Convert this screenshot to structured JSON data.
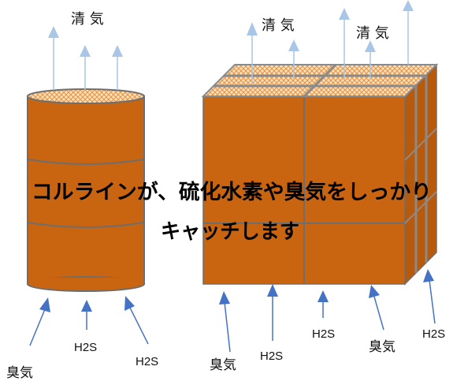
{
  "colors": {
    "container_fill": "#c96410",
    "container_side": "#b85a0c",
    "band_line": "#6e6e6e",
    "filter_top": "#f4c27a",
    "clean_air_arrow": "#a9c6e6",
    "odor_arrow": "#4472c4"
  },
  "labels": {
    "clean_air_drum": "清 気",
    "clean_air_box_left": "清 気",
    "clean_air_box_right": "清 気",
    "odor_drum": "臭気",
    "h2s_drum_center": "H2S",
    "h2s_drum_right": "H2S",
    "odor_box_left": "臭気",
    "h2s_box_1": "H2S",
    "h2s_box_2": "H2S",
    "odor_box_right": "臭気",
    "h2s_box_3": "H2S"
  },
  "headline": {
    "line1": "コルラインが、硫化水素や臭気をしっかり",
    "line2": "キャッチします"
  }
}
